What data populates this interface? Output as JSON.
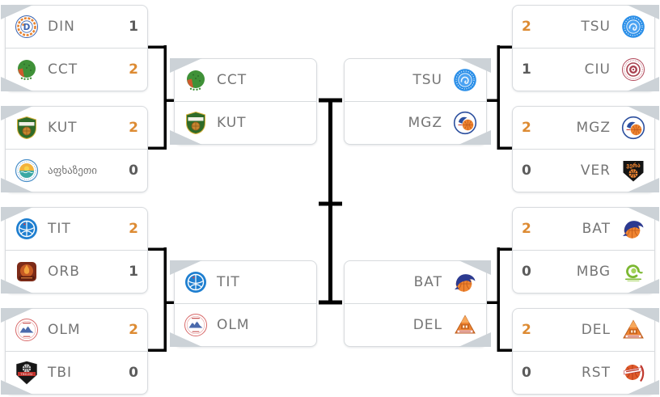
{
  "colors": {
    "background": "#ffffff",
    "winner_score": "#dd8b33",
    "loser_score": "#5b5b5b",
    "team_text": "#757575",
    "box_border": "#d8dbde",
    "corner_decoration": "#ccd2d7",
    "connector_line": "#000000"
  },
  "bracket": {
    "left_quarterfinals": [
      {
        "top": {
          "code": "DIN",
          "logo": "din-logo",
          "score": "1",
          "winner": false
        },
        "bottom": {
          "code": "CCT",
          "logo": "cct-logo",
          "score": "2",
          "winner": true
        }
      },
      {
        "top": {
          "code": "KUT",
          "logo": "kut-logo",
          "score": "2",
          "winner": true
        },
        "bottom": {
          "code": "აფხაზეთი",
          "logo": "apkhazeti-logo",
          "score": "0",
          "winner": false
        }
      },
      {
        "top": {
          "code": "TIT",
          "logo": "tit-logo",
          "score": "2",
          "winner": true
        },
        "bottom": {
          "code": "ORB",
          "logo": "orb-logo",
          "score": "1",
          "winner": false
        }
      },
      {
        "top": {
          "code": "OLM",
          "logo": "olm-logo",
          "score": "2",
          "winner": true
        },
        "bottom": {
          "code": "TBI",
          "logo": "tbi-logo",
          "score": "0",
          "winner": false
        }
      }
    ],
    "left_semifinals": [
      {
        "top": {
          "code": "CCT",
          "logo": "cct-logo"
        },
        "bottom": {
          "code": "KUT",
          "logo": "kut-logo"
        }
      },
      {
        "top": {
          "code": "TIT",
          "logo": "tit-logo"
        },
        "bottom": {
          "code": "OLM",
          "logo": "olm-logo"
        }
      }
    ],
    "right_semifinals": [
      {
        "top": {
          "code": "TSU",
          "logo": "tsu-logo"
        },
        "bottom": {
          "code": "MGZ",
          "logo": "mgz-logo"
        }
      },
      {
        "top": {
          "code": "BAT",
          "logo": "bat-logo"
        },
        "bottom": {
          "code": "DEL",
          "logo": "del-logo"
        }
      }
    ],
    "right_quarterfinals": [
      {
        "top": {
          "code": "TSU",
          "logo": "tsu-logo",
          "score": "2",
          "winner": true
        },
        "bottom": {
          "code": "CIU",
          "logo": "ciu-logo",
          "score": "1",
          "winner": false
        }
      },
      {
        "top": {
          "code": "MGZ",
          "logo": "mgz-logo",
          "score": "2",
          "winner": true
        },
        "bottom": {
          "code": "VER",
          "logo": "ver-logo",
          "score": "0",
          "winner": false
        }
      },
      {
        "top": {
          "code": "BAT",
          "logo": "bat-logo",
          "score": "2",
          "winner": true
        },
        "bottom": {
          "code": "MBG",
          "logo": "mbg-logo",
          "score": "0",
          "winner": false
        }
      },
      {
        "top": {
          "code": "DEL",
          "logo": "del-logo",
          "score": "2",
          "winner": true
        },
        "bottom": {
          "code": "RST",
          "logo": "rst-logo",
          "score": "0",
          "winner": false
        }
      }
    ]
  }
}
